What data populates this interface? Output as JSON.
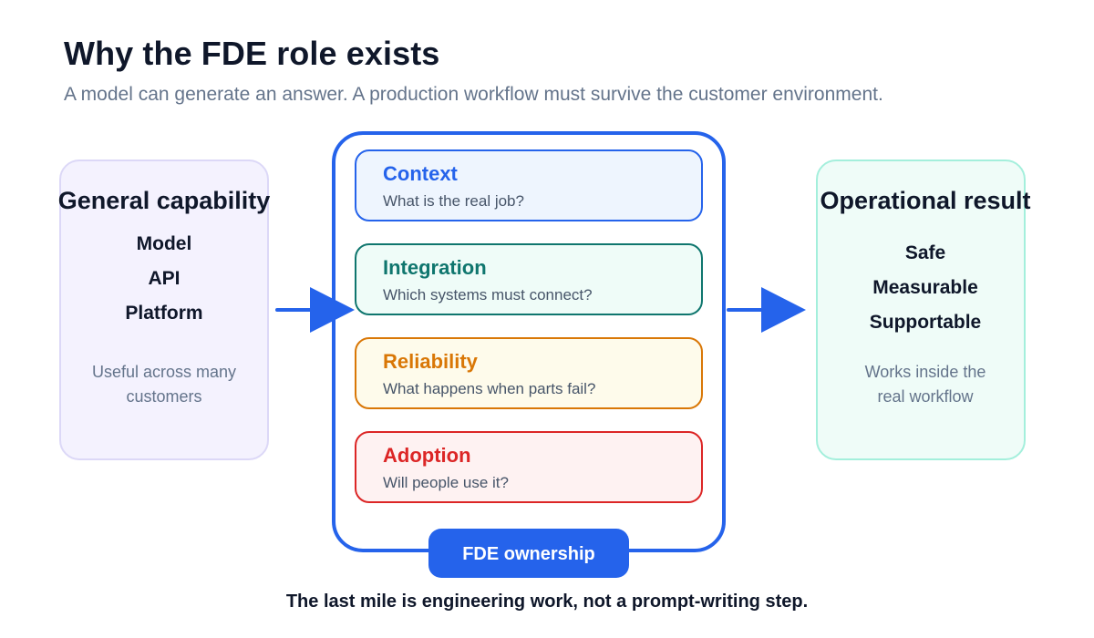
{
  "header": {
    "title": "Why the FDE role exists",
    "subtitle": "A model can generate an answer. A production workflow must survive the customer environment."
  },
  "left_panel": {
    "title": "General capability",
    "items": [
      "Model",
      "API",
      "Platform"
    ],
    "note_lines": [
      "Useful across many",
      "customers"
    ]
  },
  "center": {
    "steps": [
      {
        "title": "Context",
        "question": "What is the real job?",
        "accent": "#2563eb",
        "background": "#eef5fe",
        "border": "#2563eb"
      },
      {
        "title": "Integration",
        "question": "Which systems must connect?",
        "accent": "#0f766e",
        "background": "#effcf8",
        "border": "#0f766e"
      },
      {
        "title": "Reliability",
        "question": "What happens when parts fail?",
        "accent": "#d97706",
        "background": "#fefbeb",
        "border": "#d97706"
      },
      {
        "title": "Adoption",
        "question": "Will people use it?",
        "accent": "#dc2626",
        "background": "#fef2f2",
        "border": "#dc2626"
      }
    ],
    "badge": "FDE ownership"
  },
  "right_panel": {
    "title": "Operational result",
    "items": [
      "Safe",
      "Measurable",
      "Supportable"
    ],
    "note_lines": [
      "Works inside the",
      "real workflow"
    ]
  },
  "footer": {
    "text": "The last mile is engineering work, not a prompt-writing step."
  },
  "colors": {
    "primary": "#2563eb",
    "heading": "#0f172a",
    "muted": "#64748b"
  }
}
